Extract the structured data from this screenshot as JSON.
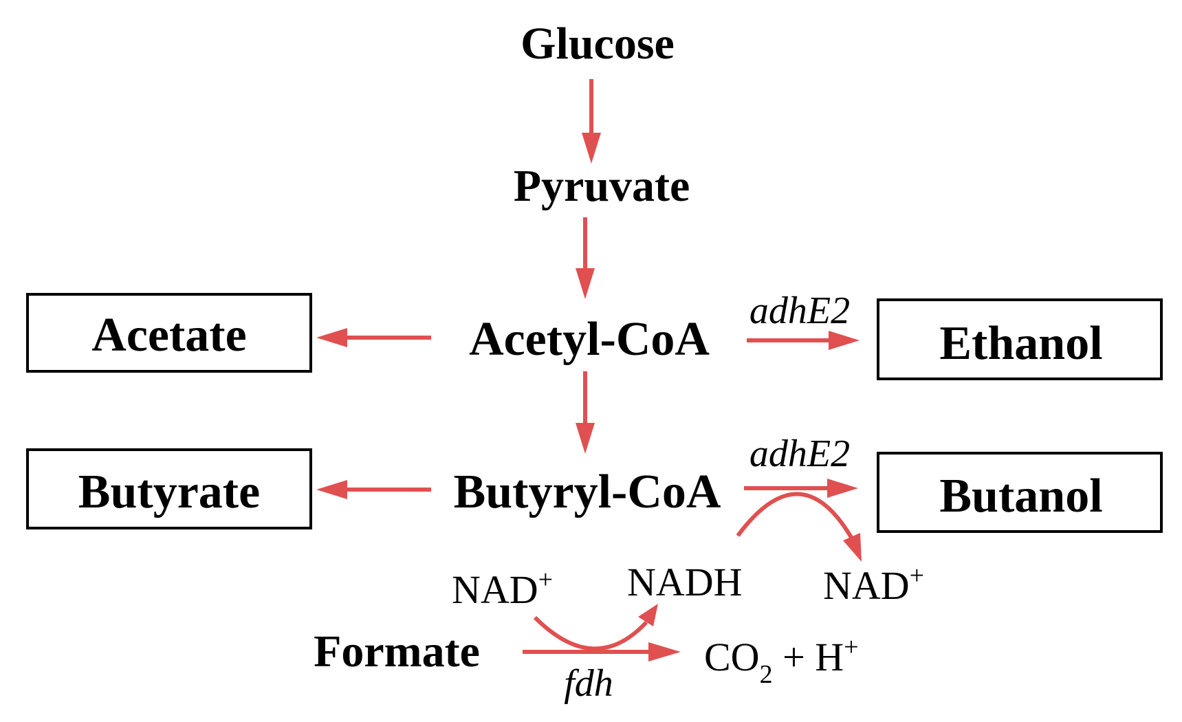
{
  "nodes": {
    "glucose": "Glucose",
    "pyruvate": "Pyruvate",
    "acetyl_coa": "Acetyl-CoA",
    "butyryl_coa": "Butyryl-CoA",
    "acetate": "Acetate",
    "ethanol": "Ethanol",
    "butyrate": "Butyrate",
    "butanol": "Butanol",
    "formate": "Formate"
  },
  "cofactors": {
    "nad_left": "NAD",
    "nad_left_sup": "+",
    "nadh": "NADH",
    "nad_right": "NAD",
    "nad_right_sup": "+",
    "products": "CO",
    "products_sub": "2",
    "products_rest": " + H",
    "products_sup": "+"
  },
  "enzymes": {
    "adhe2_ethanol": "adhE2",
    "adhe2_butanol": "adhE2",
    "fdh": "fdh"
  },
  "colors": {
    "arrow": "#e05050",
    "text": "#000000",
    "box_border": "#000000"
  }
}
